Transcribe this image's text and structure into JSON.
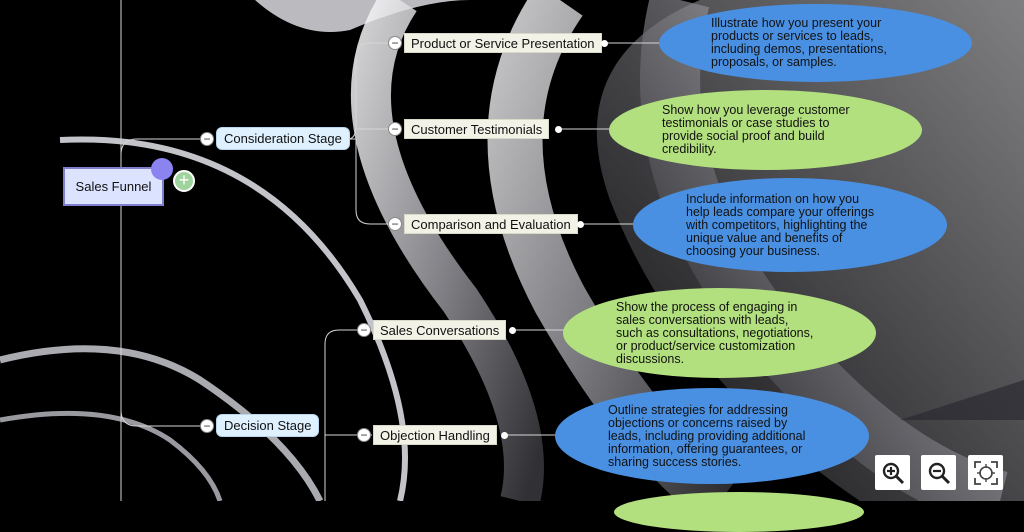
{
  "root": {
    "label": "Sales Funnel"
  },
  "stages": [
    {
      "label": "Consideration Stage",
      "topics": [
        {
          "label": "Product or Service Presentation",
          "note": "Illustrate how you present your\nproducts or services to leads,\nincluding demos, presentations,\nproposals, or samples."
        },
        {
          "label": "Customer Testimonials",
          "note": "Show how you leverage customer\ntestimonials or case studies to\nprovide social proof and build\ncredibility."
        },
        {
          "label": "Comparison and Evaluation",
          "note": "Include information on how you\nhelp leads compare your offerings\nwith competitors, highlighting the\nunique value and benefits of\nchoosing your business."
        }
      ]
    },
    {
      "label": "Decision Stage",
      "topics": [
        {
          "label": "Sales Conversations",
          "note": "Show the process of engaging in\nsales conversations with leads,\nsuch as consultations, negotiations,\nor product/service customization\ndiscussions."
        },
        {
          "label": "Objection Handling",
          "note": "Outline strategies for addressing\nobjections or concerns raised by\nleads, including providing additional\ninformation, offering guarantees, or\nsharing success stories."
        }
      ]
    }
  ],
  "colors": {
    "note_blue": "#4a90e2",
    "note_green": "#b3e07e",
    "root_fill": "#dbe3ff",
    "stage_fill": "#dff1ff",
    "topic_fill": "#f2f2e6"
  },
  "controls": {
    "zoom_in_icon": "zoom-in-icon",
    "zoom_out_icon": "zoom-out-icon",
    "fit_icon": "fit-screen-icon"
  }
}
